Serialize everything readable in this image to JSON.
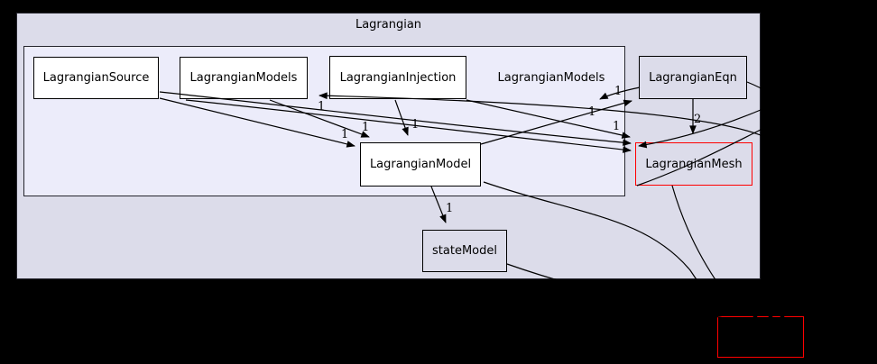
{
  "page": {
    "background_color": "#000000"
  },
  "diagram": {
    "type": "directory-dependency-graph",
    "outer_cluster": {
      "label": "Lagrangian",
      "fill": "#dcdcea",
      "border": "#26262e"
    },
    "inner_cluster": {
      "label": "LagrangianModels",
      "fill": "#ececfa",
      "border": "#26262e"
    },
    "nodes": [
      {
        "id": "LagrangianSource",
        "label": "LagrangianSource",
        "fill": "#ffffff",
        "border": "#000000"
      },
      {
        "id": "LagrangianModels",
        "label": "LagrangianModels",
        "fill": "#ffffff",
        "border": "#000000"
      },
      {
        "id": "LagrangianInjection",
        "label": "LagrangianInjection",
        "fill": "#ffffff",
        "border": "#000000"
      },
      {
        "id": "LagrangianModel",
        "label": "LagrangianModel",
        "fill": "#ffffff",
        "border": "#000000"
      },
      {
        "id": "LagrangianEqn",
        "label": "LagrangianEqn",
        "fill": "#dcdcea",
        "border": "#000000"
      },
      {
        "id": "LagrangianMesh",
        "label": "LagrangianMesh",
        "fill": "#dcdcea",
        "border": "#ff0000"
      },
      {
        "id": "stateModel",
        "label": "stateModel",
        "fill": "#dcdcea",
        "border": "#000000"
      },
      {
        "id": "clipped-node",
        "label": "",
        "fill": "#000000",
        "border": "#ff0000"
      }
    ],
    "edge_labels": [
      {
        "text": "1",
        "edge": "LagrangianSource->LagrangianModel"
      },
      {
        "text": "1",
        "edge": "LagrangianModels->LagrangianModel"
      },
      {
        "text": "1",
        "edge": "LagrangianInjection->LagrangianModel"
      },
      {
        "text": "1",
        "edge": "->LagrangianModels"
      },
      {
        "text": "1",
        "edge": "LagrangianModel->LagrangianEqn"
      },
      {
        "text": "1",
        "edge": "LagrangianEqn->cluster"
      },
      {
        "text": "1",
        "edge": "->LagrangianMesh"
      },
      {
        "text": "2",
        "edge": "LagrangianEqn->LagrangianMesh"
      },
      {
        "text": "1",
        "edge": "LagrangianModel->stateModel"
      }
    ]
  }
}
